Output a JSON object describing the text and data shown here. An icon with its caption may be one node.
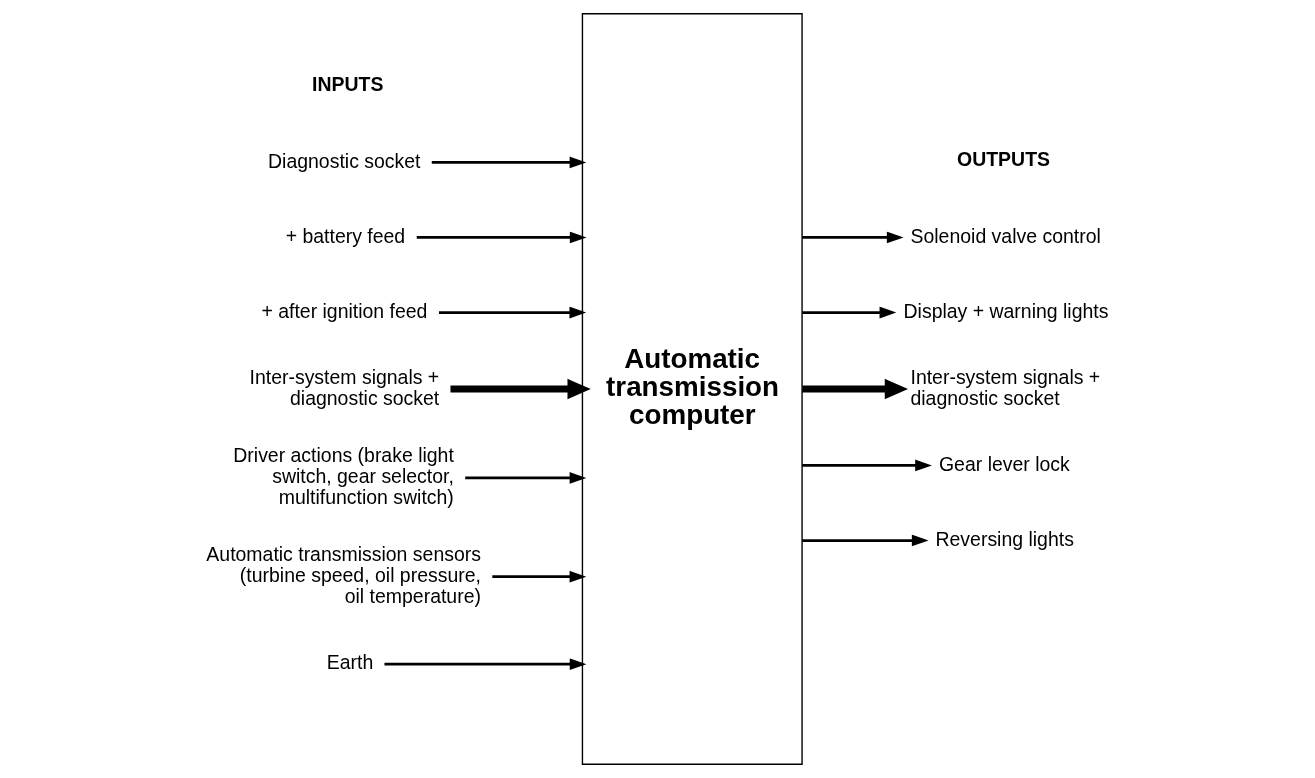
{
  "diagram": {
    "nodes": [
      {
        "text": [
          "Automatic transmission computer"
        ]
      },
      {
        "text": [
          "Diagnostic socket"
        ]
      },
      {
        "text": [
          "+ battery feed"
        ]
      },
      {
        "text": [
          "+ after ignition feed"
        ]
      },
      {
        "text": [
          "Inter-system signals + diagnostic socket"
        ]
      },
      {
        "text": [
          "Driver actions (brake light switch, gear selector, multifunction switch)"
        ]
      },
      {
        "text": [
          "Automatic transmission sensors (turbine speed, oil pressure, oil temperature)"
        ]
      },
      {
        "text": [
          "Earth"
        ]
      },
      {
        "text": [
          "Solenoid valve control"
        ]
      },
      {
        "text": [
          "Display + warning lights"
        ]
      },
      {
        "text": [
          "Inter-system signals + diagnostic socket"
        ]
      },
      {
        "text": [
          "Gear lever lock"
        ]
      },
      {
        "text": [
          "Reversing lights"
        ]
      }
    ],
    "edges": [
      {
        "from": 1,
        "to": 0,
        "arrow": "to"
      },
      {
        "from": 2,
        "to": 0,
        "arrow": "to"
      },
      {
        "from": 3,
        "to": 0,
        "arrow": "to"
      },
      {
        "from": 4,
        "to": 0,
        "arrow": "to",
        "style": "thick"
      },
      {
        "from": 5,
        "to": 0,
        "arrow": "to"
      },
      {
        "from": 6,
        "to": 0,
        "arrow": "to"
      },
      {
        "from": 7,
        "to": 0,
        "arrow": "to"
      },
      {
        "from": 0,
        "to": 8,
        "arrow": "to"
      },
      {
        "from": 0,
        "to": 9,
        "arrow": "to"
      },
      {
        "from": 0,
        "to": 10,
        "arrow": "to",
        "style": "thick"
      },
      {
        "from": 0,
        "to": 11,
        "arrow": "to"
      },
      {
        "from": 0,
        "to": 12,
        "arrow": "to"
      }
    ],
    "labels": [
      "INPUTS",
      "OUTPUTS"
    ]
  }
}
